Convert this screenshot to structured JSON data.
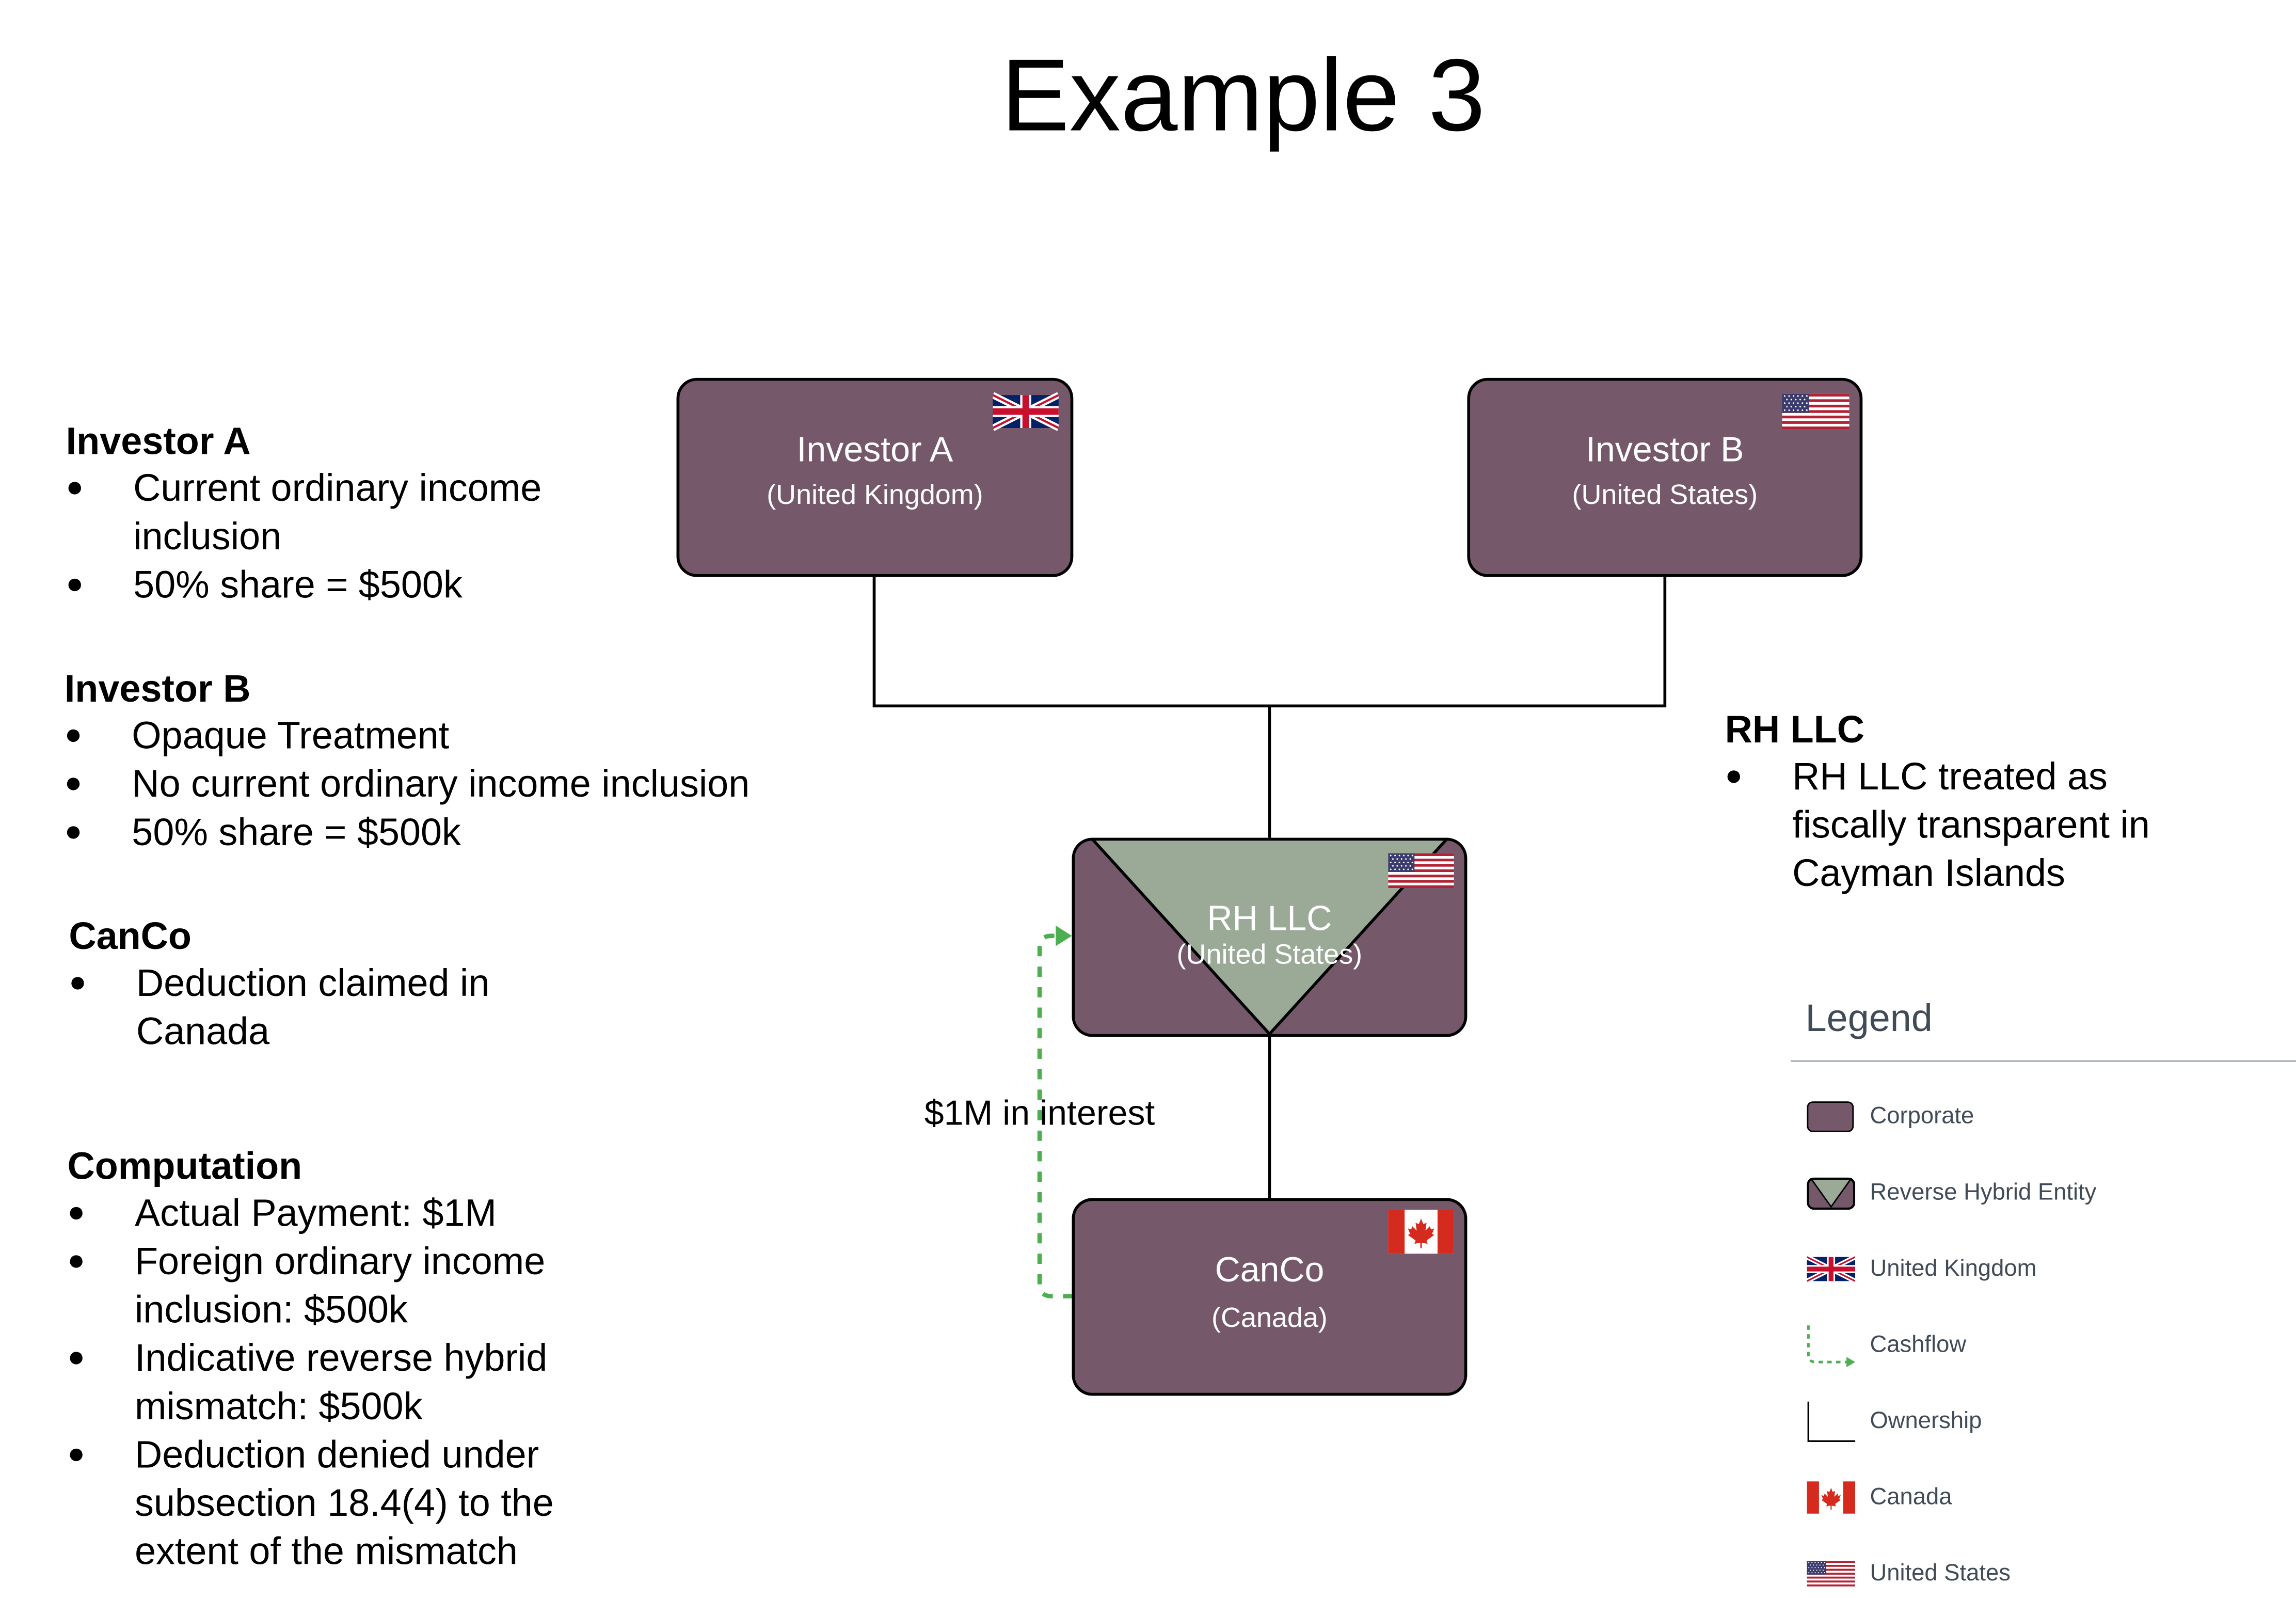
{
  "title": "Example 3",
  "notes": {
    "investor_a": {
      "heading": "Investor A",
      "bullets": [
        "Current ordinary income inclusion",
        "50% share = $500k"
      ]
    },
    "investor_b": {
      "heading": "Investor B",
      "bullets": [
        "Opaque Treatment",
        "No current ordinary income inclusion",
        "50% share = $500k"
      ]
    },
    "canco": {
      "heading": "CanCo",
      "bullets": [
        "Deduction claimed in Canada"
      ]
    },
    "computation": {
      "heading": "Computation",
      "bullets": [
        "Actual Payment: $1M",
        "Foreign ordinary income inclusion: $500k",
        "Indicative reverse hybrid mismatch: $500k",
        "Deduction denied under subsection 18.4(4) to the extent of the mismatch"
      ]
    },
    "rh_llc": {
      "heading": "RH LLC",
      "bullets": [
        "RH LLC treated as fiscally transparent in Cayman Islands"
      ]
    }
  },
  "entities": {
    "investor_a": {
      "name": "Investor A",
      "jurisdiction": "(United Kingdom)",
      "flag": "uk-flag-icon"
    },
    "investor_b": {
      "name": "Investor B",
      "jurisdiction": "(United States)",
      "flag": "us-flag-icon"
    },
    "rh_llc": {
      "name": "RH LLC",
      "jurisdiction": "(United States)",
      "flag": "us-flag-icon"
    },
    "canco": {
      "name": "CanCo",
      "jurisdiction": "(Canada)",
      "flag": "canada-flag-icon"
    }
  },
  "cashflow_label": "$1M in interest",
  "legend": {
    "title": "Legend",
    "items": [
      {
        "icon": "corporate-icon",
        "label": "Corporate"
      },
      {
        "icon": "reverse-hybrid-icon",
        "label": "Reverse Hybrid Entity"
      },
      {
        "icon": "uk-flag-icon",
        "label": "United Kingdom"
      },
      {
        "icon": "cashflow-icon",
        "label": "Cashflow"
      },
      {
        "icon": "ownership-icon",
        "label": "Ownership"
      },
      {
        "icon": "canada-flag-icon",
        "label": "Canada"
      },
      {
        "icon": "us-flag-icon",
        "label": "United States"
      }
    ]
  },
  "colors": {
    "corporate": "#75586a",
    "reverse_hybrid": "#9aaa97",
    "cashflow": "#4caf50",
    "legend_text": "#414b57"
  }
}
